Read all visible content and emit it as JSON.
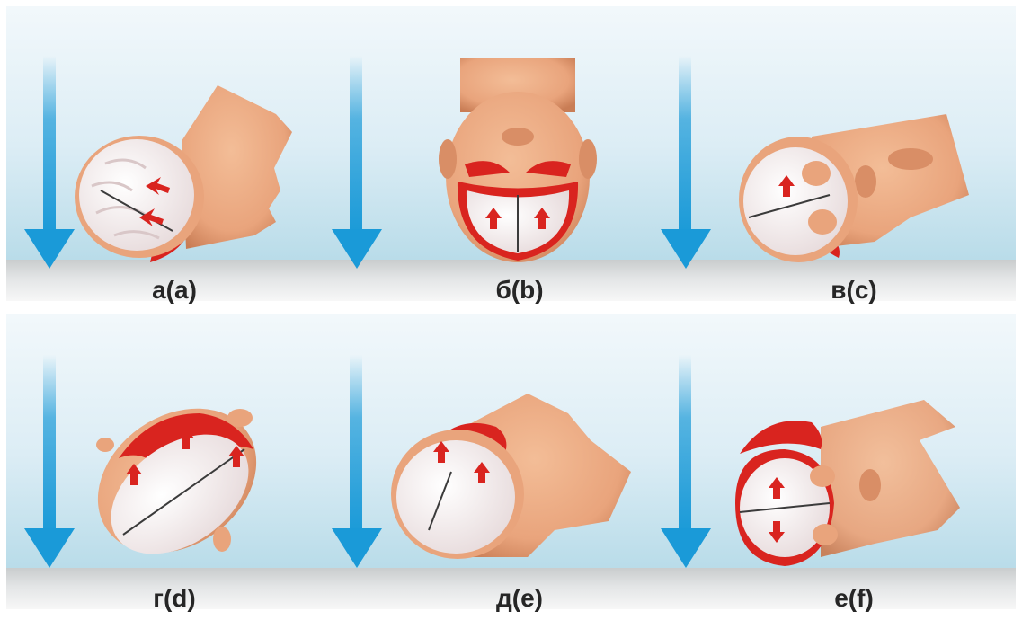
{
  "panels": [
    {
      "id": "a",
      "label": "а(a)"
    },
    {
      "id": "b",
      "label": "б(b)"
    },
    {
      "id": "c",
      "label": "в(c)"
    },
    {
      "id": "d",
      "label": "г(d)"
    },
    {
      "id": "e",
      "label": "д(e)"
    },
    {
      "id": "f",
      "label": "е(f)"
    }
  ],
  "colors": {
    "gravity_arrow": "#1a9ad8",
    "skin": "#e9a47c",
    "brain": "#f4eeee",
    "hematoma": "#d9241f"
  },
  "icons": [
    "gravity-arrow-icon",
    "head-icon",
    "brain-icon",
    "hematoma-icon",
    "pressure-arrow-icon"
  ]
}
